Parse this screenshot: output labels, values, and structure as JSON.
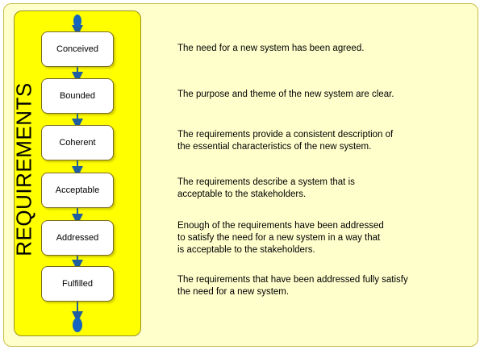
{
  "lane_title": "REQUIREMENTS",
  "states": [
    {
      "label": "Conceived",
      "description": "The need for a new system has been agreed."
    },
    {
      "label": "Bounded",
      "description": "The purpose and theme  of the new system are clear."
    },
    {
      "label": "Coherent",
      "description": "The requirements provide a consistent description of\nthe essential characteristics of the new system."
    },
    {
      "label": "Acceptable",
      "description": "The requirements describe a system that is\nacceptable to the stakeholders."
    },
    {
      "label": "Addressed",
      "description": "Enough of the requirements have been addressed\nto satisfy the need for a new system  in a way that\nis acceptable to the stakeholders."
    },
    {
      "label": "Fulfilled",
      "description": "The requirements that have been addressed fully satisfy\nthe need for a new system."
    }
  ],
  "colors": {
    "panel_bg": "#ffffcc",
    "lane_bg": "#ffff00",
    "flow_blue": "#1f5f9f",
    "node_blue": "#1565c0"
  }
}
